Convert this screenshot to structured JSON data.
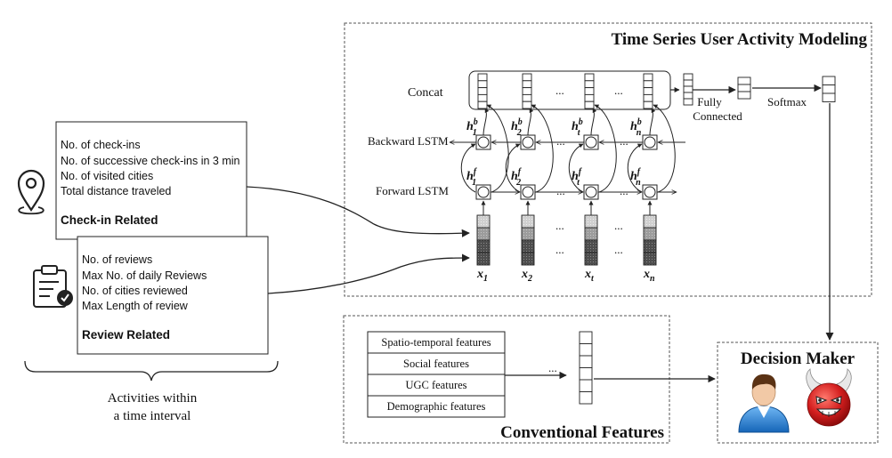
{
  "time_series": {
    "title": "Time Series User Activity Modeling",
    "concat_label": "Concat",
    "backward_label": "Backward LSTM",
    "forward_label": "Forward LSTM",
    "fully_connected_line1": "Fully",
    "fully_connected_line2": "Connected",
    "softmax_label": "Softmax",
    "ellipsis": "...",
    "steps": [
      {
        "x": "x",
        "sub": "1",
        "hb_sub": "1",
        "hf_sub": "1",
        "hb_sup": "b",
        "hf_sup": "f",
        "h": "h"
      },
      {
        "x": "x",
        "sub": "2",
        "hb_sub": "2",
        "hf_sub": "2",
        "hb_sup": "b",
        "hf_sup": "f",
        "h": "h"
      },
      {
        "x": "x",
        "sub": "t",
        "hb_sub": "t",
        "hf_sub": "t",
        "hb_sup": "b",
        "hf_sup": "f",
        "h": "h"
      },
      {
        "x": "x",
        "sub": "n",
        "hb_sub": "n",
        "hf_sub": "n",
        "hb_sup": "b",
        "hf_sup": "f",
        "h": "h"
      }
    ]
  },
  "checkin": {
    "items": [
      "No. of check-ins",
      "No. of successive check-ins in 3 min",
      "No. of visited cities",
      "Total distance traveled"
    ],
    "title": "Check-in Related",
    "icon": "location-pin-icon"
  },
  "review": {
    "items": [
      "No. of reviews",
      "Max No. of daily Reviews",
      "No. of cities reviewed",
      "Max Length of review"
    ],
    "title": "Review Related",
    "icon": "clipboard-check-icon"
  },
  "activities": {
    "line1": "Activities within",
    "line2": "a time interval"
  },
  "conventional": {
    "title": "Conventional Features",
    "features": [
      "Spatio-temporal features",
      "Social features",
      "UGC features",
      "Demographic features"
    ],
    "ellipsis": "..."
  },
  "decision": {
    "title": "Decision Maker",
    "icons": [
      "user-avatar-icon",
      "devil-face-icon"
    ]
  },
  "colors": {
    "line": "#222222",
    "dash": "#555555",
    "cell_light": "#cfcfcf",
    "cell_mid": "#a9a9a9",
    "cell_dark": "#5a5a5a",
    "user_shirt": "#1f7fd6",
    "user_skin": "#f2c9a6",
    "user_hair": "#5a3214",
    "devil_red": "#d41f1f",
    "devil_horn": "#e8e8e8"
  }
}
